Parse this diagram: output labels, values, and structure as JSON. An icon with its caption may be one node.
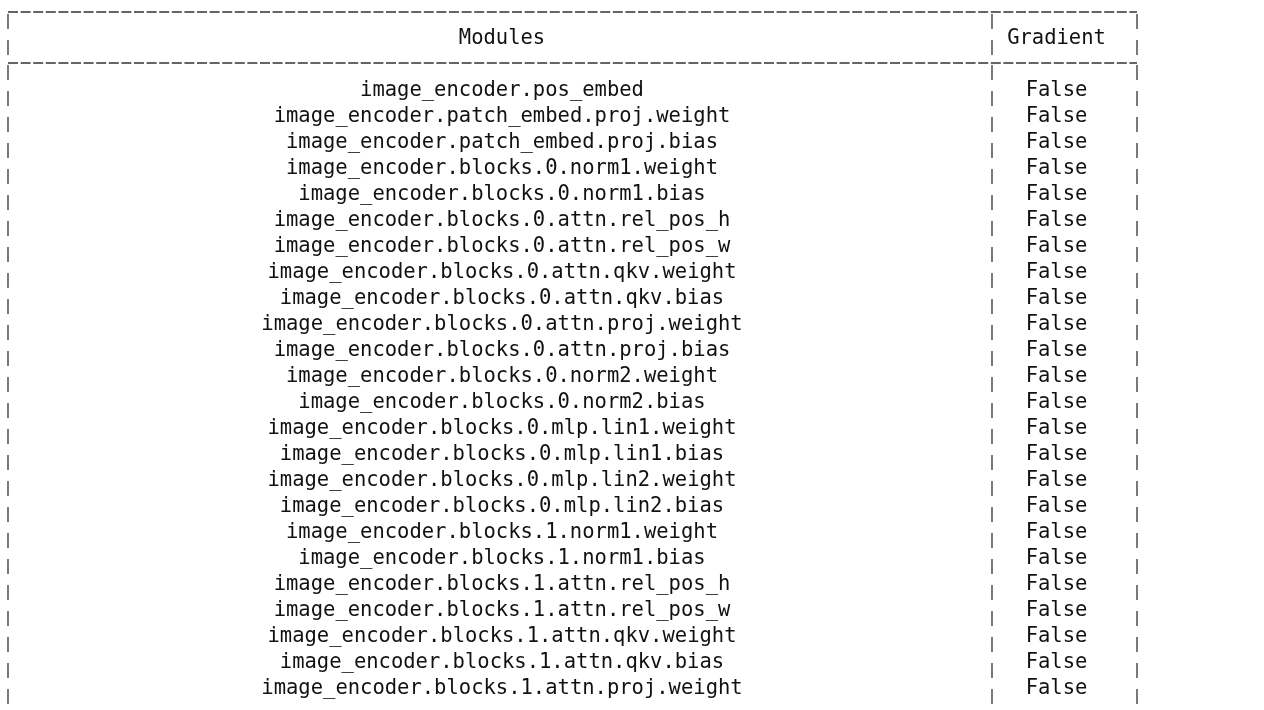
{
  "diagram": {
    "labels": [
      "Modules",
      "Gradient",
      "image_encoder.pos_embed",
      "False",
      "image_encoder.patch_embed.proj.weight",
      "False",
      "image_encoder.patch_embed.proj.bias",
      "False",
      "image_encoder.blocks.0.norm1.weight",
      "False",
      "image_encoder.blocks.0.norm1.bias",
      "False",
      "image_encoder.blocks.0.attn.rel_pos_h",
      "False",
      "image_encoder.blocks.0.attn.rel_pos_w",
      "False",
      "image_encoder.blocks.0.attn.qkv.weight",
      "False",
      "image_encoder.blocks.0.attn.qkv.bias",
      "False",
      "image_encoder.blocks.0.attn.proj.weight",
      "False",
      "image_encoder.blocks.0.attn.proj.bias",
      "False",
      "image_encoder.blocks.0.norm2.weight",
      "False",
      "image_encoder.blocks.0.norm2.bias",
      "False",
      "image_encoder.blocks.0.mlp.lin1.weight",
      "False",
      "image_encoder.blocks.0.mlp.lin1.bias",
      "False",
      "image_encoder.blocks.0.mlp.lin2.weight",
      "False",
      "image_encoder.blocks.0.mlp.lin2.bias",
      "False",
      "image_encoder.blocks.1.norm1.weight",
      "False",
      "image_encoder.blocks.1.norm1.bias",
      "False",
      "image_encoder.blocks.1.attn.rel_pos_h",
      "False",
      "image_encoder.blocks.1.attn.rel_pos_w",
      "False",
      "image_encoder.blocks.1.attn.qkv.weight",
      "False",
      "image_encoder.blocks.1.attn.qkv.bias",
      "False",
      "image_encoder.blocks.1.attn.proj.weight",
      "False"
    ]
  }
}
